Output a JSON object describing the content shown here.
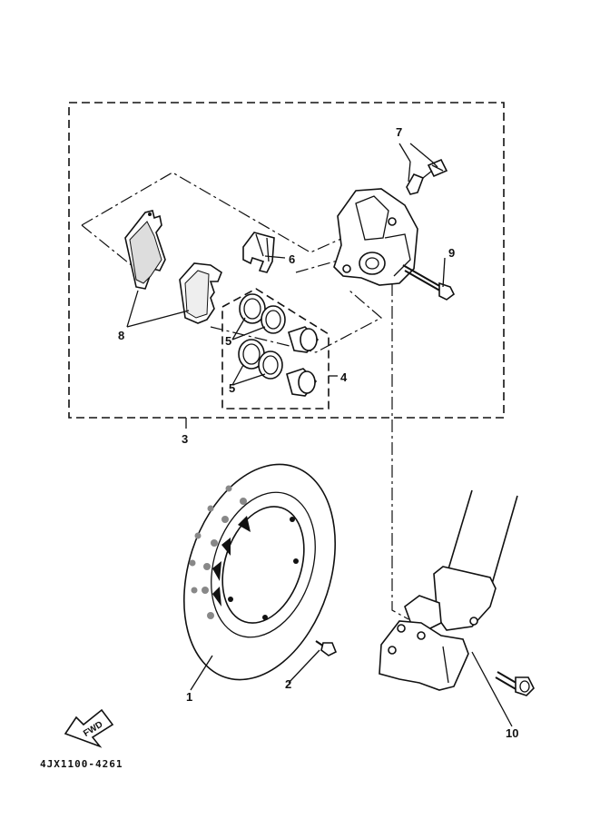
{
  "diagram": {
    "drawing_code": "4JX1100-4261",
    "fwd_label": "FWD",
    "callouts": {
      "c1": "1",
      "c2": "2",
      "c3": "3",
      "c4": "4",
      "c5a": "5",
      "c5b": "5",
      "c6": "6",
      "c7": "7",
      "c8": "8",
      "c9": "9",
      "c10": "10"
    }
  }
}
